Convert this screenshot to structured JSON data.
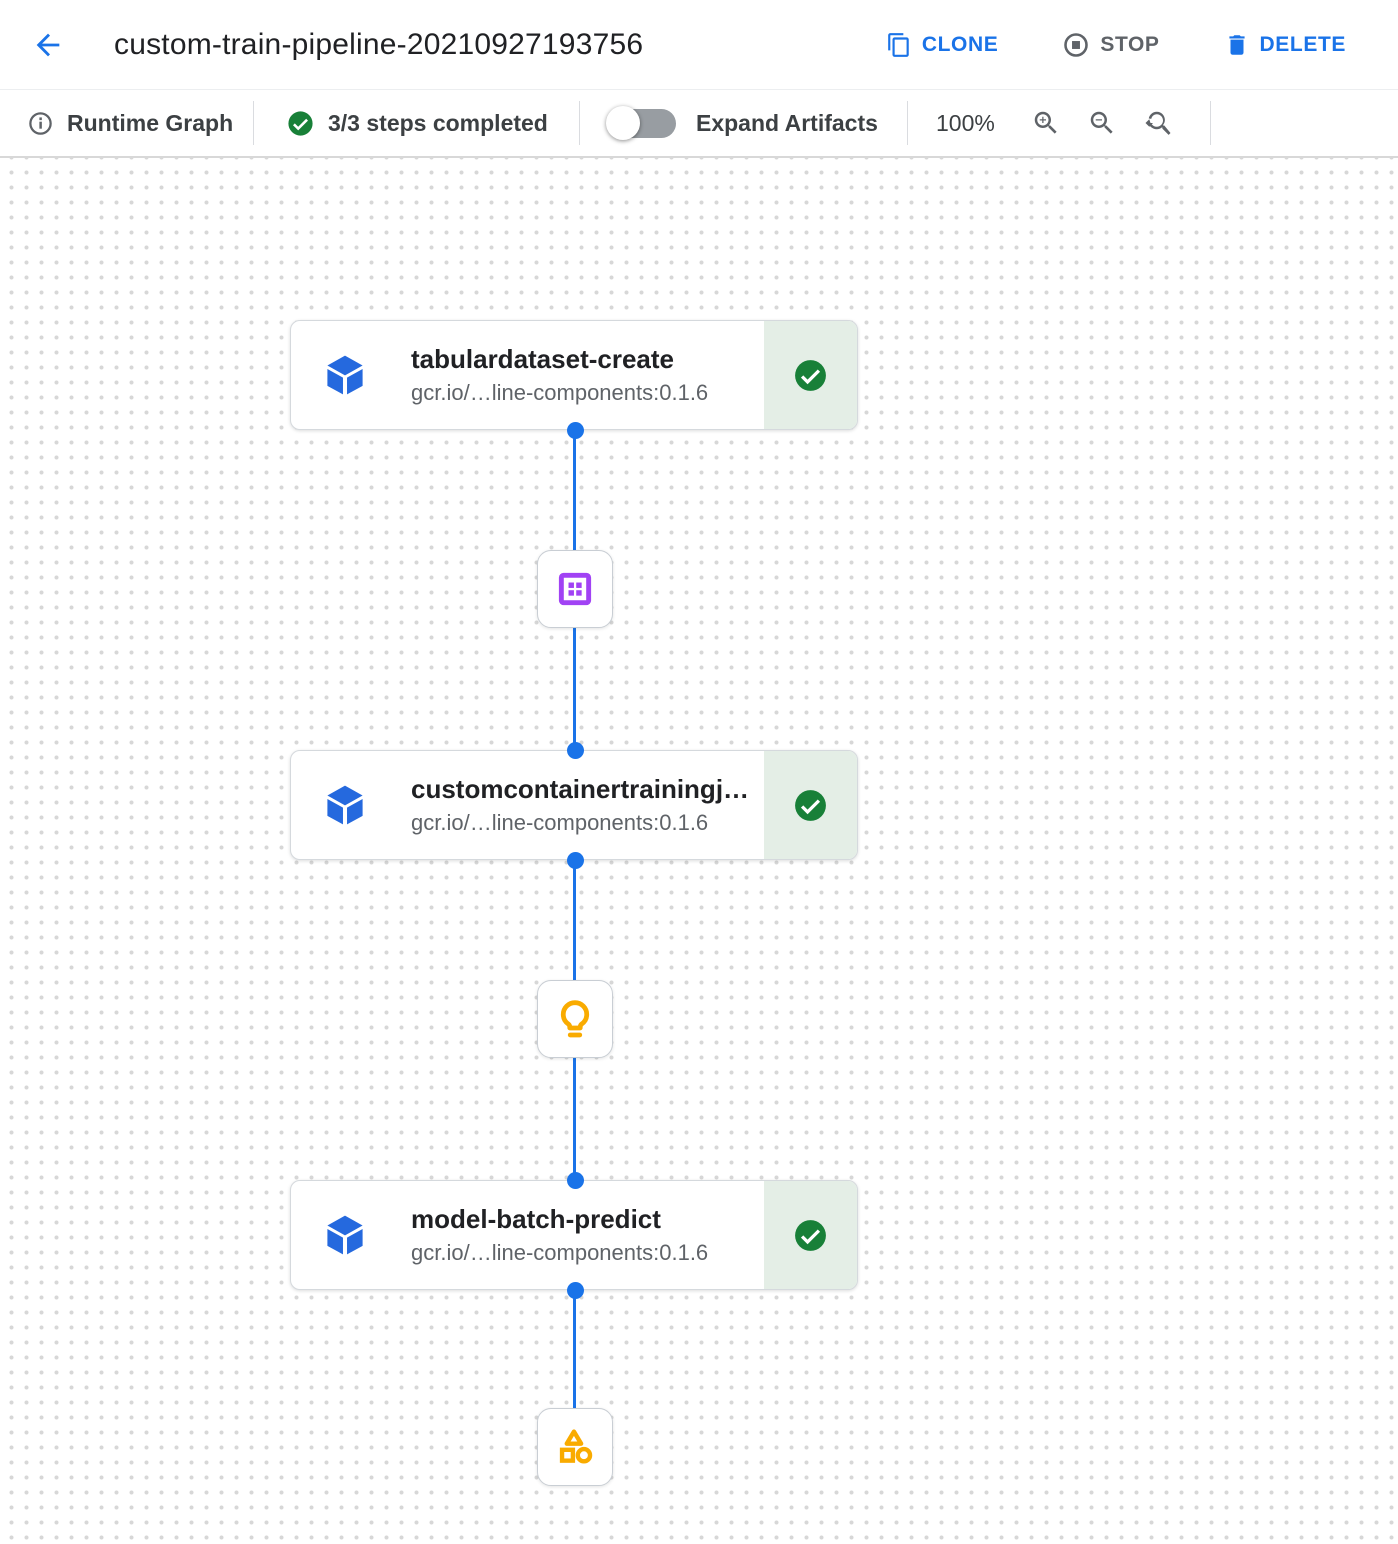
{
  "header": {
    "title": "custom-train-pipeline-20210927193756",
    "actions": {
      "clone_label": "CLONE",
      "stop_label": "STOP",
      "delete_label": "DELETE"
    }
  },
  "toolbar": {
    "view_label": "Runtime Graph",
    "steps_status": "3/3 steps completed",
    "expand_artifacts_label": "Expand Artifacts",
    "expand_artifacts_state": "off",
    "zoom_level": "100%"
  },
  "canvas": {
    "nodes": [
      {
        "title": "tabulardataset-create",
        "subtitle": "gcr.io/…line-components:0.1.6",
        "status": "completed"
      },
      {
        "title": "customcontainertrainingj…",
        "subtitle": "gcr.io/…line-components:0.1.6",
        "status": "completed"
      },
      {
        "title": "model-batch-predict",
        "subtitle": "gcr.io/…line-components:0.1.6",
        "status": "completed"
      }
    ],
    "artifacts": [
      {
        "icon": "dataset-icon",
        "color": "#a142f4"
      },
      {
        "icon": "model-icon",
        "color": "#f9ab00"
      },
      {
        "icon": "artifact-icon",
        "color": "#f9ab00"
      }
    ]
  },
  "colors": {
    "accent_blue": "#1a73e8",
    "node_icon_blue": "#2569de",
    "success_green": "#188038",
    "success_bg": "#e4eee6",
    "text_dark": "#202124",
    "text_gray": "#5f6368",
    "dataset_purple": "#a142f4",
    "artifact_yellow": "#f9ab00"
  }
}
